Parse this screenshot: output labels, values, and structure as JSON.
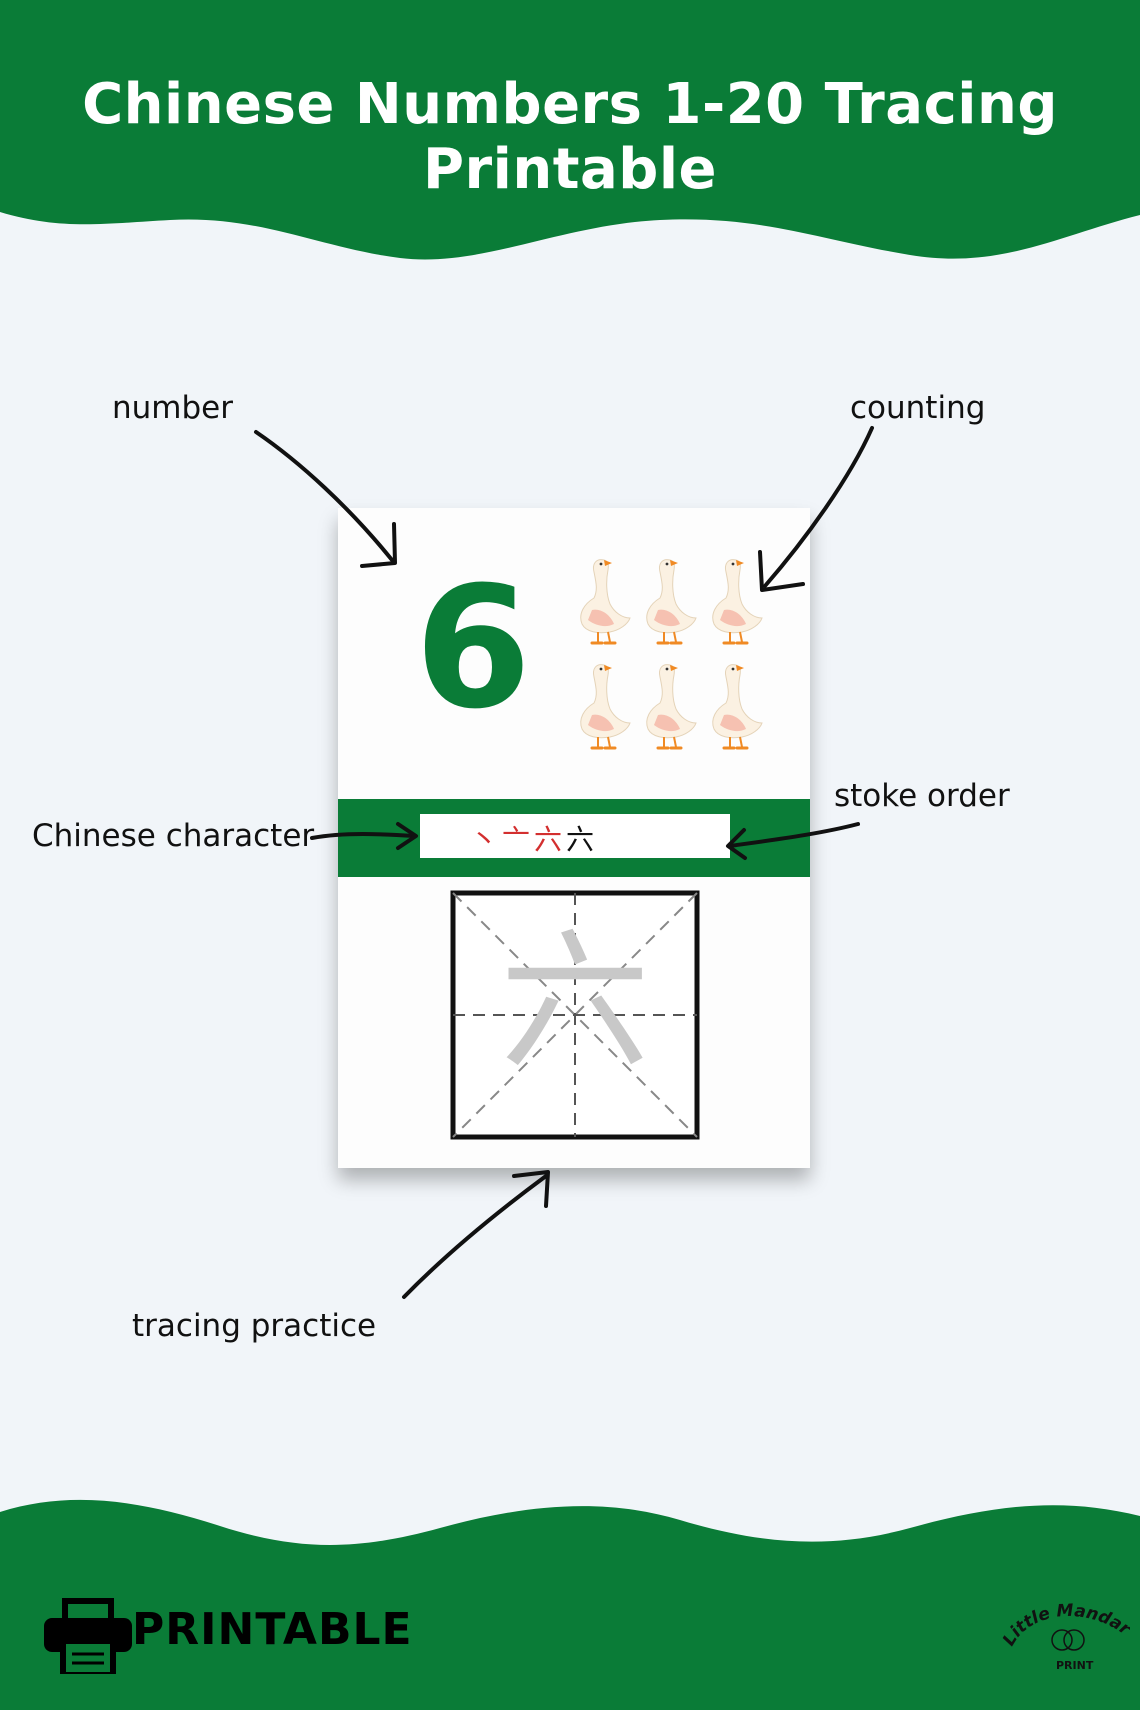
{
  "header": {
    "title": "Chinese Numbers 1-20 Tracing Printable"
  },
  "callouts": {
    "number": "number",
    "counting": "counting",
    "chinese_character": "Chinese character",
    "stroke_order": "stoke order",
    "tracing_practice": "tracing practice"
  },
  "card": {
    "number": "6",
    "counting_icon": "goose-icon",
    "counting_count": 6,
    "stroke_steps": [
      "丶",
      "亠",
      "六",
      "六"
    ],
    "trace_character": "六"
  },
  "footer": {
    "printable_label": "PRINTABLE",
    "printer_icon": "printer-icon",
    "brand_logo_text": "Little Mandarin PRINT"
  },
  "colors": {
    "brand_green": "#0a7c37",
    "background": "#f1f5f9",
    "stroke_highlight": "#d32f2f",
    "trace_gray": "#c8c8c8"
  }
}
